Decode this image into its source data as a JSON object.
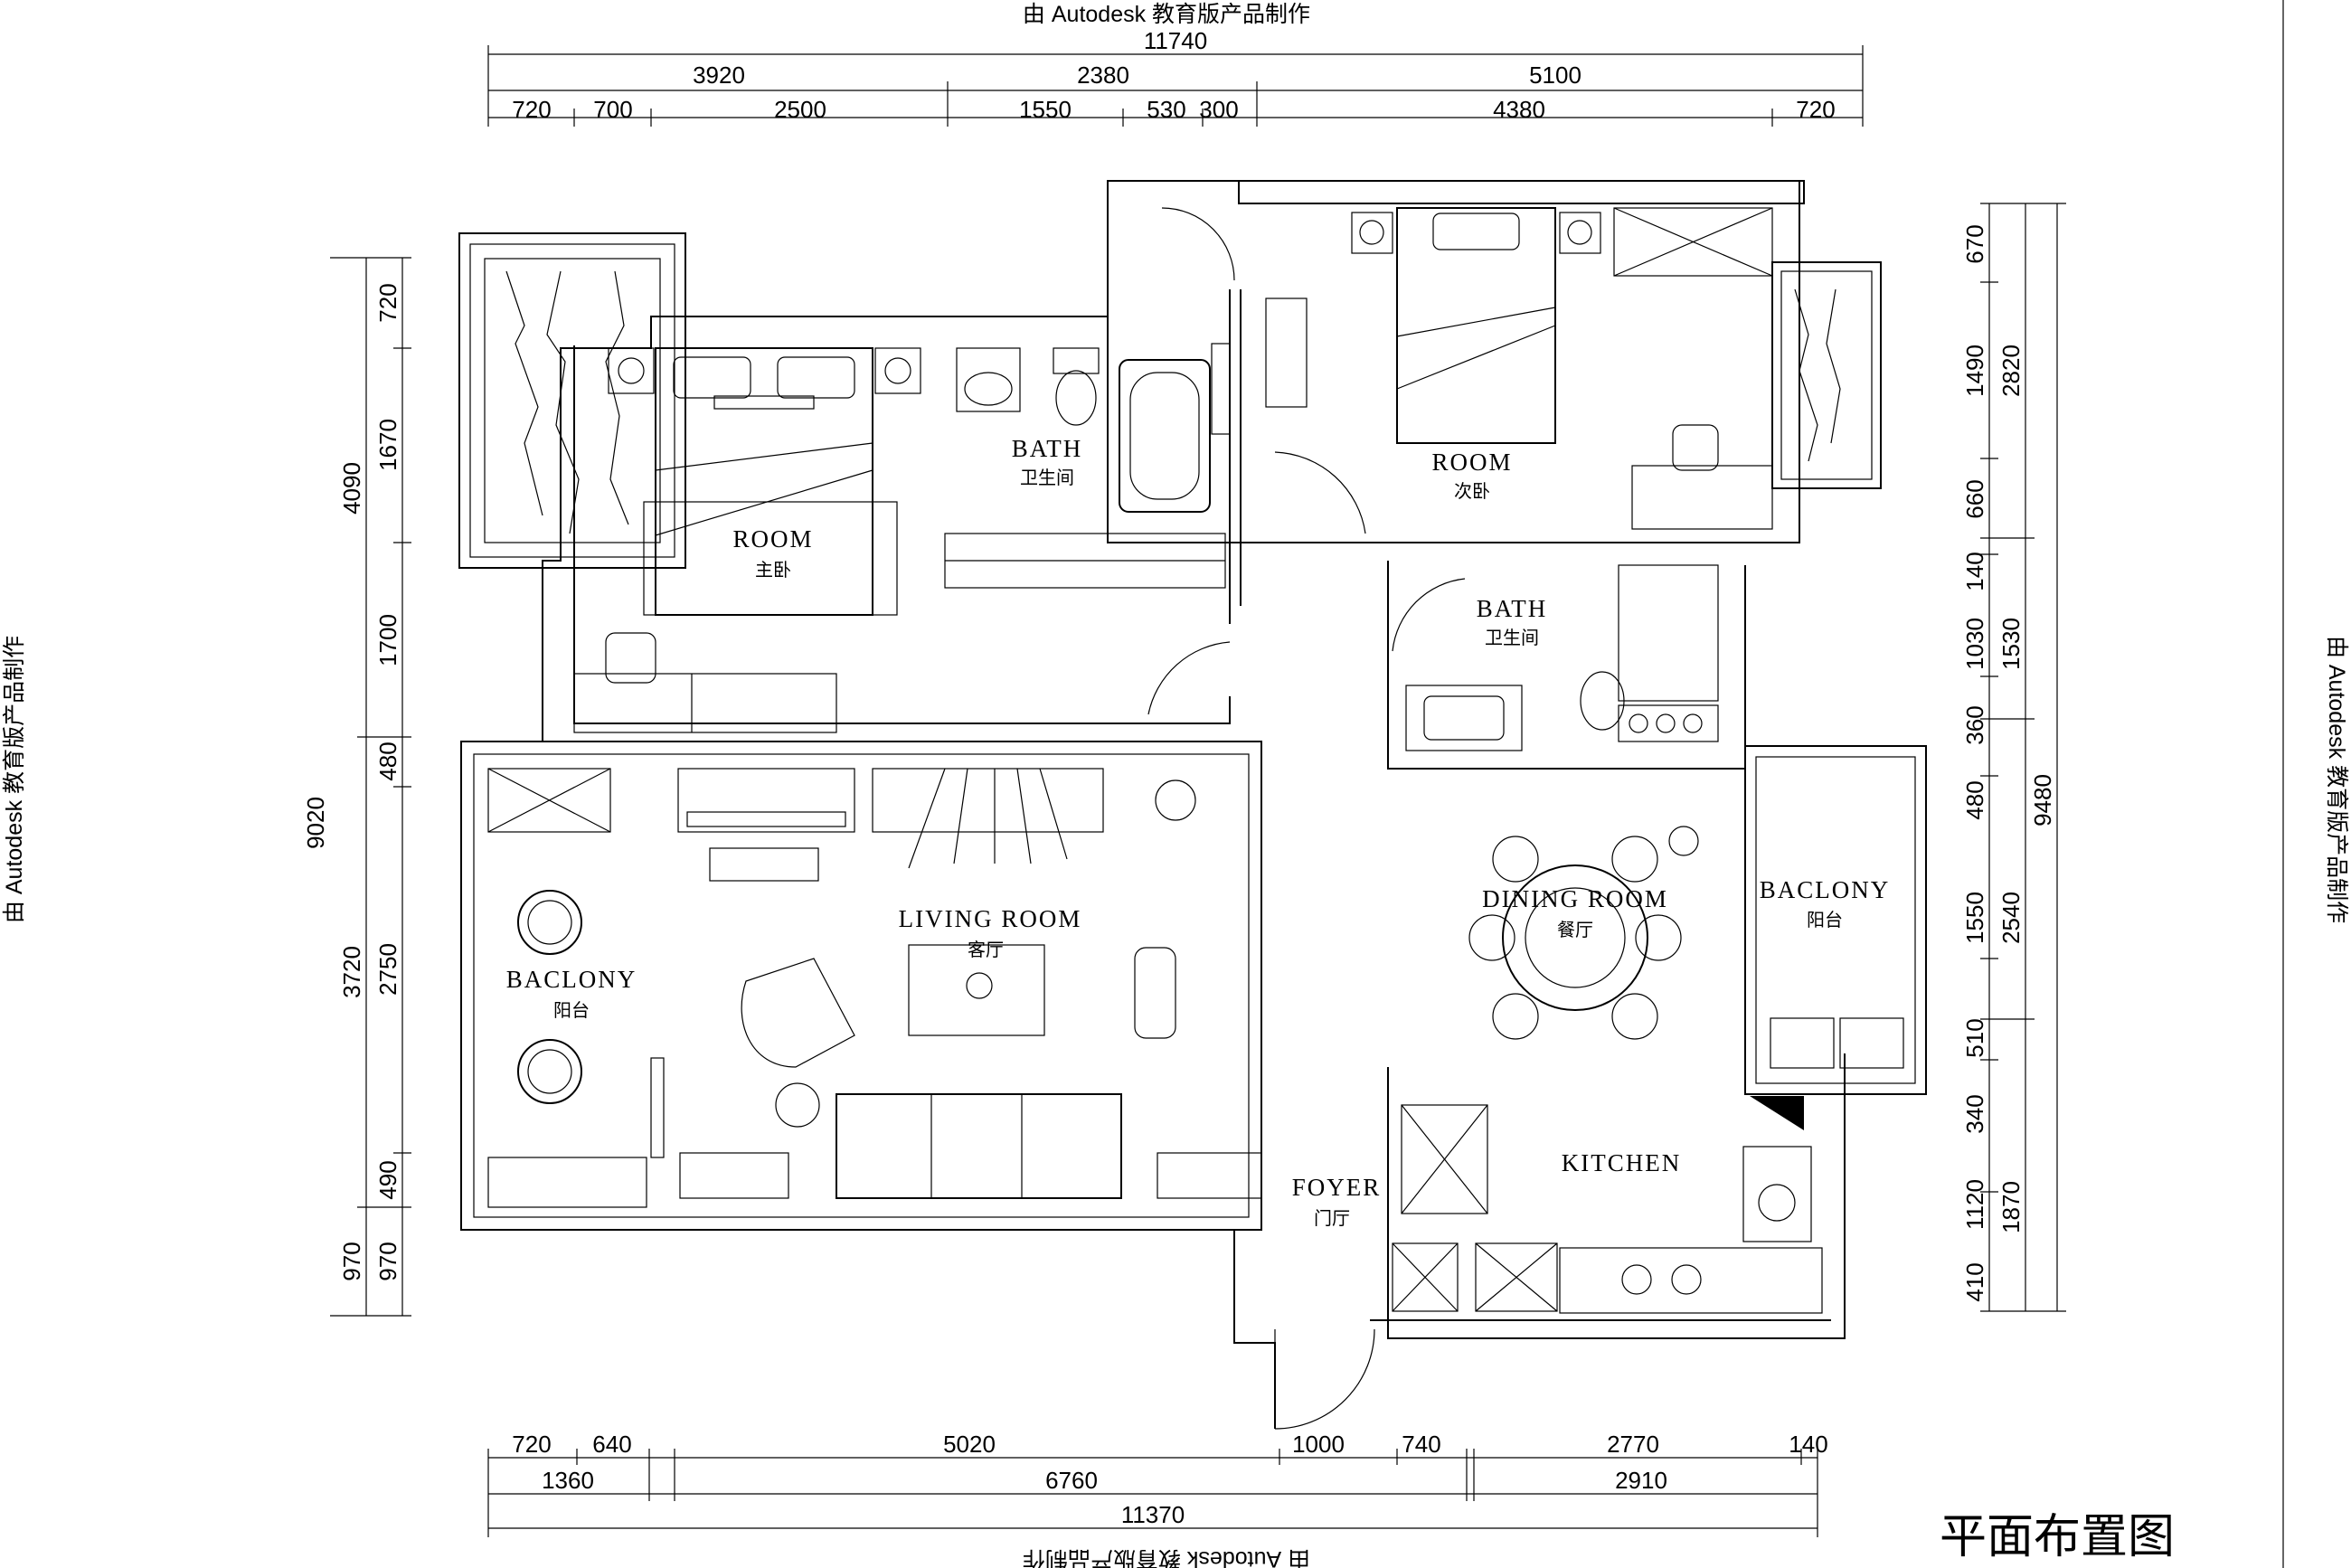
{
  "watermark": "由 Autodesk 教育版产品制作",
  "title": "平面布置图",
  "rooms": {
    "master_room": "ROOM",
    "master_room_cn": "主卧",
    "bath1": "BATH",
    "bath1_cn": "卫生间",
    "second_room": "ROOM",
    "second_room_cn": "次卧",
    "bath2": "BATH",
    "bath2_cn": "卫生间",
    "living": "LIVING ROOM",
    "living_cn": "客厅",
    "dining": "DINING ROOM",
    "dining_cn": "餐厅",
    "balcony_left": "BACLONY",
    "balcony_left_cn": "阳台",
    "balcony_right": "BACLONY",
    "balcony_right_cn": "阳台",
    "foyer": "FOYER",
    "foyer_cn": "门厅",
    "kitchen": "KITCHEN"
  },
  "dims": {
    "top_total": "11740",
    "top_mid": [
      "3920",
      "2380",
      "5100"
    ],
    "top_detail": [
      "720",
      "700",
      "2500",
      "1550",
      "530",
      "300",
      "4380",
      "720"
    ],
    "bottom_detail": [
      "720",
      "640",
      "5020",
      "1000",
      "740",
      "2770",
      "140"
    ],
    "bottom_mid": [
      "1360",
      "6760",
      "2910"
    ],
    "bottom_total": "11370",
    "left_outer": [
      "4090",
      "9020",
      "3720",
      "970"
    ],
    "left_inner": [
      "720",
      "1670",
      "1700",
      "480",
      "2750",
      "490",
      "970"
    ],
    "right_inner": [
      "670",
      "1490",
      "660",
      "140",
      "1030",
      "360",
      "480",
      "1550",
      "510",
      "340",
      "1120",
      "410"
    ],
    "right_mid": [
      "2820",
      "1530",
      "2540",
      "1870"
    ],
    "right_total": "9480"
  }
}
